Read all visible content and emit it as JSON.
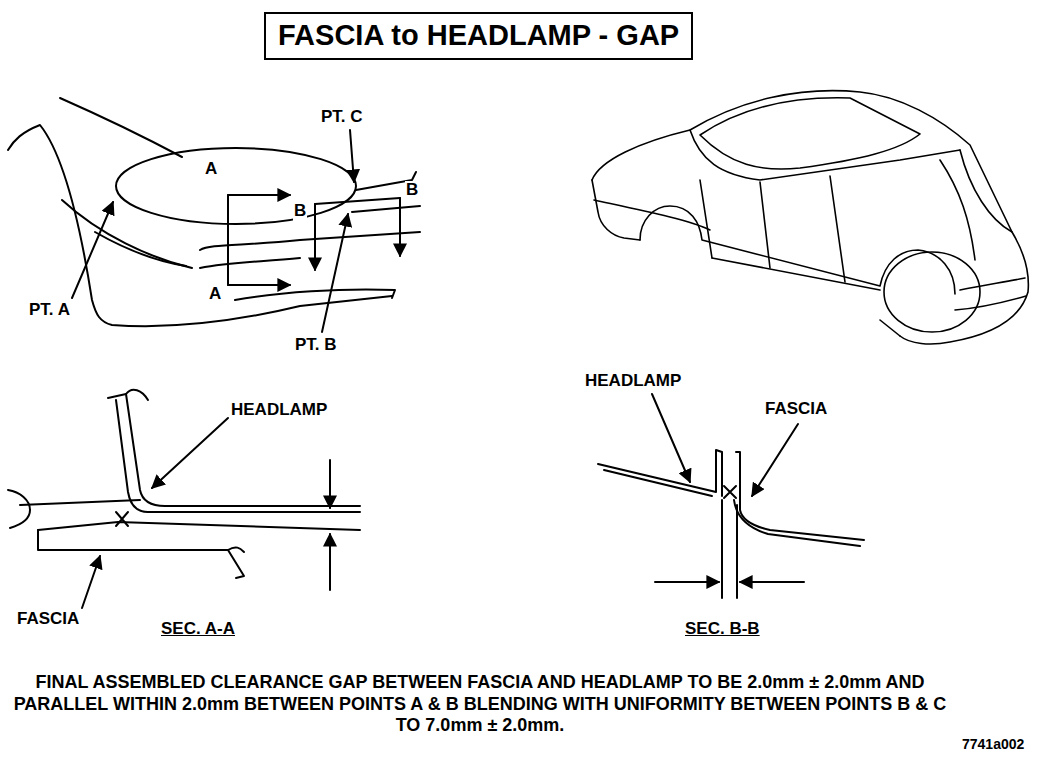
{
  "diagram": {
    "title": "FASCIA to HEADLAMP - GAP",
    "caption": "FINAL ASSEMBLED CLEARANCE GAP BETWEEN FASCIA AND HEADLAMP TO BE 2.0mm ± 2.0mm AND PARALLEL WITHIN 2.0mm BETWEEN POINTS A & B BLENDING WITH UNIFORMITY BETWEEN POINTS B & C TO 7.0mm ± 2.0mm.",
    "labels": [
      "PT. C",
      "A",
      "B",
      "B",
      "PT. A",
      "A",
      "PT. B",
      "HEADLAMP",
      "FASCIA",
      "SEC. A-A",
      "HEADLAMP",
      "FASCIA",
      "SEC. B-B",
      "7741a002"
    ]
  }
}
